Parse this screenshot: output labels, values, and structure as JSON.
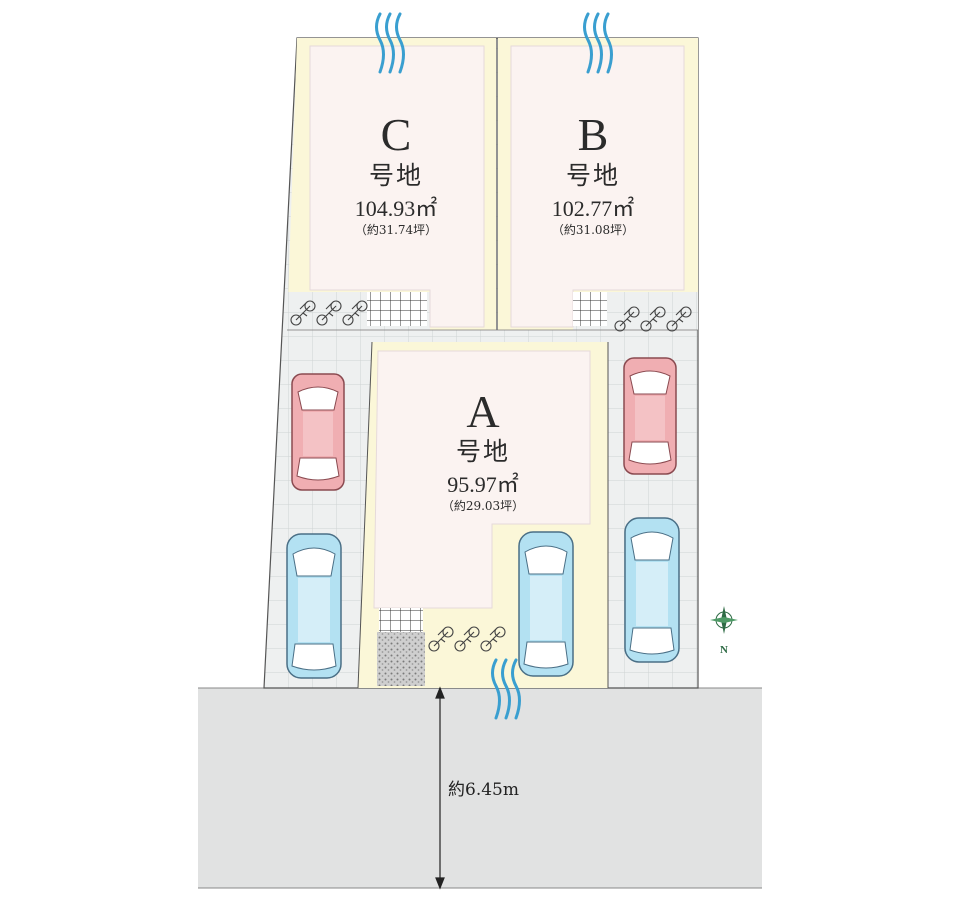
{
  "lots": [
    {
      "id": "C",
      "letter": "C",
      "name": "号地",
      "area": "104.93㎡",
      "tsubo": "（約31.74坪）"
    },
    {
      "id": "B",
      "letter": "B",
      "name": "号地",
      "area": "102.77㎡",
      "tsubo": "（約31.08坪）"
    },
    {
      "id": "A",
      "letter": "A",
      "name": "号地",
      "area": "95.97㎡",
      "tsubo": "（約29.03坪）"
    }
  ],
  "road": {
    "width_label": "約6.45m"
  },
  "compass": {
    "label": "N"
  },
  "colors": {
    "lot_fill": "#fbf3f1",
    "boundary": "#fbf7d8",
    "paving": "#eef0f0",
    "road": "#e1e2e2",
    "car_red": "#f0aeb2",
    "car_blue": "#b3e1f2",
    "water": "#3a9fd0"
  },
  "icons": [
    "water-symbol-icon",
    "bicycle-icon",
    "car-icon",
    "compass-icon",
    "dimension-arrow-icon"
  ]
}
